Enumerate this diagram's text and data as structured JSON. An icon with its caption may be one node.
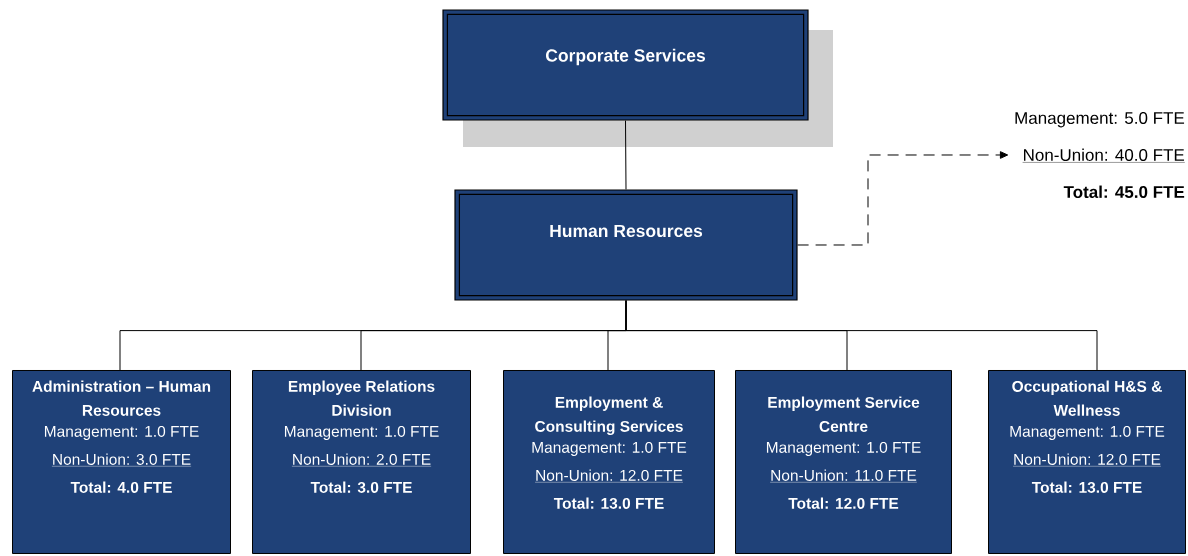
{
  "diagram": {
    "nodes": [
      {
        "text": [
          "Corporate Services"
        ]
      },
      {
        "text": [
          "Human Resources"
        ]
      },
      {
        "text": [
          "Management: 5.0 FTE",
          "Non-Union: 40.0 FTE",
          "Total: 45.0 FTE"
        ]
      },
      {
        "text": [
          "Administration – Human Resources",
          "Management: 1.0 FTE",
          "Non-Union: 3.0 FTE",
          "Total:  4.0 FTE"
        ]
      },
      {
        "text": [
          "Employee Relations Division",
          "Management: 1.0 FTE",
          "Non-Union:  2.0 FTE",
          "Total:  3.0 FTE"
        ]
      },
      {
        "text": [
          "Employment & Consulting Services",
          "Management:  1.0 FTE",
          "Non-Union: 12.0 FTE",
          "Total:  13.0 FTE"
        ]
      },
      {
        "text": [
          "Employment Service Centre",
          "Management:  1.0 FTE",
          "Non-Union:  11.0 FTE",
          "Total:  12.0 FTE"
        ]
      },
      {
        "text": [
          "Occupational H&S & Wellness",
          "Management:  1.0 FTE",
          "Non-Union: 12.0 FTE",
          "Total:  13.0 FTE"
        ]
      }
    ],
    "edges": [
      {
        "from": 0,
        "to": 1,
        "arrow": "none"
      },
      {
        "from": 1,
        "to": 2,
        "arrow": "to",
        "style": "dashed"
      },
      {
        "from": 1,
        "to": 3,
        "arrow": "none"
      },
      {
        "from": 1,
        "to": 4,
        "arrow": "none"
      },
      {
        "from": 1,
        "to": 5,
        "arrow": "none"
      },
      {
        "from": 1,
        "to": 6,
        "arrow": "none"
      },
      {
        "from": 1,
        "to": 7,
        "arrow": "none"
      }
    ]
  }
}
